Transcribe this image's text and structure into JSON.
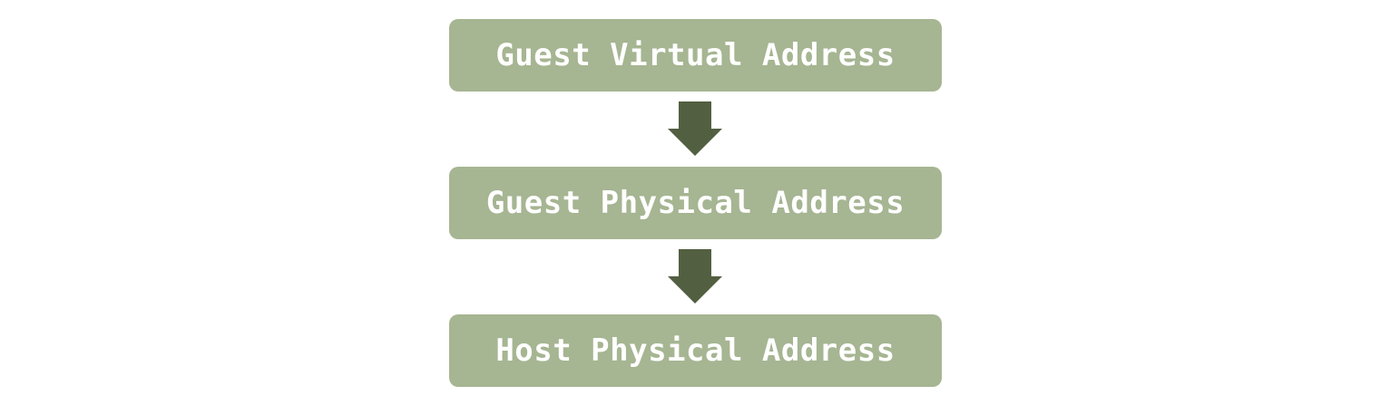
{
  "diagram": {
    "nodes": [
      {
        "id": "gva",
        "label": "Guest Virtual Address"
      },
      {
        "id": "gpa",
        "label": "Guest Physical Address"
      },
      {
        "id": "hpa",
        "label": "Host Physical Address"
      }
    ],
    "edges": [
      {
        "from": "gva",
        "to": "gpa"
      },
      {
        "from": "gpa",
        "to": "hpa"
      }
    ],
    "colors": {
      "box_fill": "#a6b592",
      "box_text": "#ffffff",
      "arrow_fill": "#525f41"
    }
  }
}
